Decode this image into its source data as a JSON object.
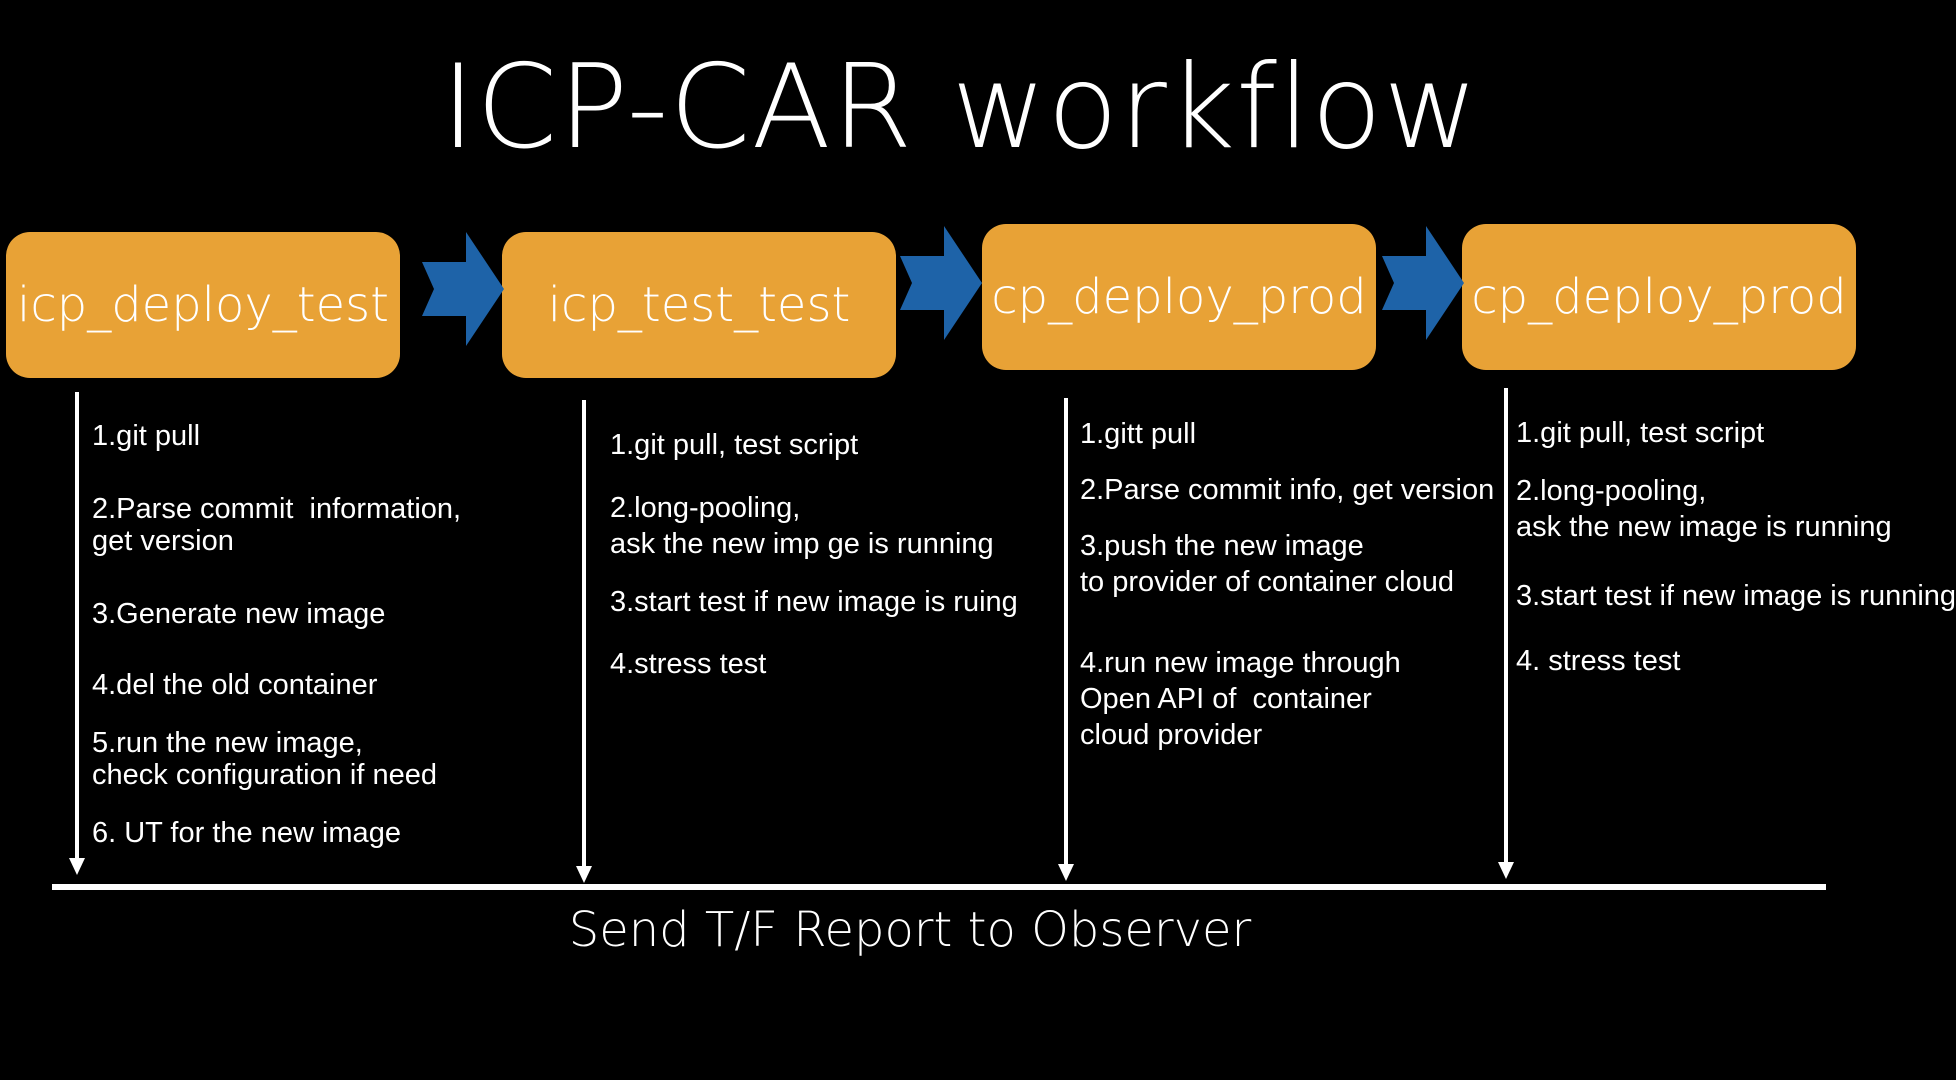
{
  "title": "ICP-CAR workflow",
  "colors": {
    "background": "#000000",
    "stage_fill": "#E8A236",
    "arrow_fill": "#1E63A8",
    "text": "#FFFFFF"
  },
  "stages": [
    {
      "label": "icp_deploy_test",
      "steps": [
        "1.git pull",
        "2.Parse commit  information,\nget version",
        "3.Generate new image",
        "4.del the old container",
        "5.run the new image,\ncheck configuration if need",
        "6. UT for the new image"
      ]
    },
    {
      "label": "icp_test_test",
      "steps": [
        "1.git pull, test script",
        "2.long-pooling,\nask the new imp ge is running",
        "3.start test if new image is ruing",
        "4.stress test"
      ]
    },
    {
      "label": "cp_deploy_prod",
      "steps": [
        "1.gitt pull",
        "2.Parse commit info, get version",
        "3.push the new image\nto provider of container cloud",
        "4.run new image through\nOpen API of  container\ncloud provider"
      ]
    },
    {
      "label": "cp_deploy_prod",
      "steps": [
        "1.git pull, test script",
        "2.long-pooling,\nask the new image is running",
        "3.start test if new image is running",
        "4. stress test"
      ]
    }
  ],
  "footer": "Send T/F Report to Observer"
}
